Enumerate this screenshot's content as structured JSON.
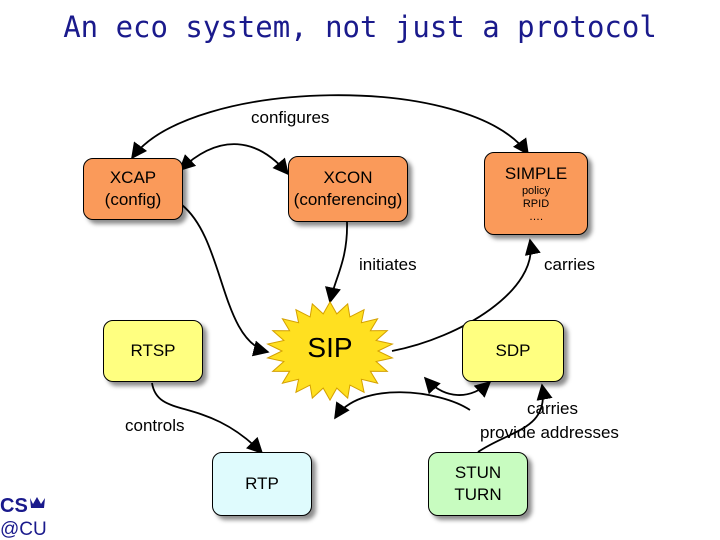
{
  "title": "An eco system, not just a protocol",
  "nodes": {
    "xcap": {
      "line1": "XCAP",
      "line2": "(config)"
    },
    "xcon": {
      "line1": "XCON",
      "line2": "(conferencing)"
    },
    "simple": {
      "line1": "SIMPLE",
      "line2": "policy",
      "line3": "RPID",
      "line4": "…."
    },
    "rtsp": {
      "line1": "RTSP"
    },
    "sip": {
      "line1": "SIP"
    },
    "sdp": {
      "line1": "SDP"
    },
    "rtp": {
      "line1": "RTP"
    },
    "stun_turn": {
      "line1": "STUN",
      "line2": "TURN"
    }
  },
  "edge_labels": {
    "configures": "configures",
    "initiates": "initiates",
    "carries_top": "carries",
    "controls": "controls",
    "carries_bottom": "carries",
    "provide_addresses": "provide addresses"
  },
  "logo": {
    "line1": "CS",
    "line2": "@CU"
  },
  "colors": {
    "title": "#1a1a8c",
    "orange_box": "#fa9a5a",
    "yellow_box": "#ffff80",
    "rtp_box": "#dffbfd",
    "stun_box": "#c8fcc0",
    "sip_burst": "#ffe020",
    "logo": "#1a1a8c"
  }
}
